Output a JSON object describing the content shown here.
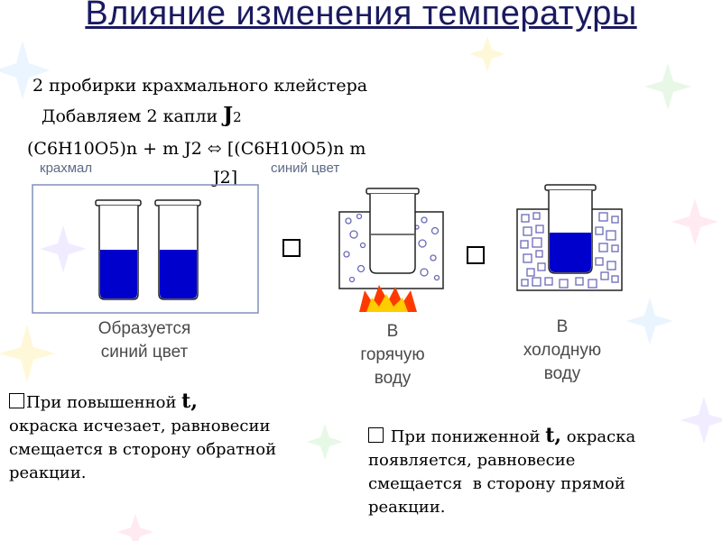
{
  "title": "Влияние изменения температуры",
  "intro": {
    "line1": "2 пробирки крахмального клейстера",
    "line2_prefix": "Добавляем 2 капли ",
    "line2_symbol": "J",
    "line2_sub": "2"
  },
  "equation": {
    "left": "(C6H10O5)n + m J2 ",
    "arrow": "⬄",
    "right_line1": " [(C6H10O5)n m",
    "right_line2": "J2]"
  },
  "labels": {
    "starch": "крахмал",
    "blue": "синий цвет"
  },
  "captions": {
    "forms_line1": "Образуется",
    "forms_line2": "синий цвет",
    "hot_line1": "В",
    "hot_line2": "горячую",
    "hot_line3": "воду",
    "cold_line1": "В",
    "cold_line2": "холодную",
    "cold_line3": "воду"
  },
  "conclusion_left": {
    "prefix": "При повышенной ",
    "symbol": "t,",
    "rest_line1": "окраска исчезает, равновесии",
    "rest_line2": "смещается в сторону обратной",
    "rest_line3": "реакции."
  },
  "conclusion_right": {
    "prefix": " При пониженной ",
    "symbol": "t,",
    "suffix": " окраска",
    "rest_line1": "появляется, равновесие",
    "rest_line2": "смещается  в сторону прямой",
    "rest_line3": "реакции."
  },
  "colors": {
    "solution_blue": "#0000cc",
    "title_color": "#1a1a60",
    "frame_color": "#7f8fb8",
    "bath_border": "#222222"
  }
}
